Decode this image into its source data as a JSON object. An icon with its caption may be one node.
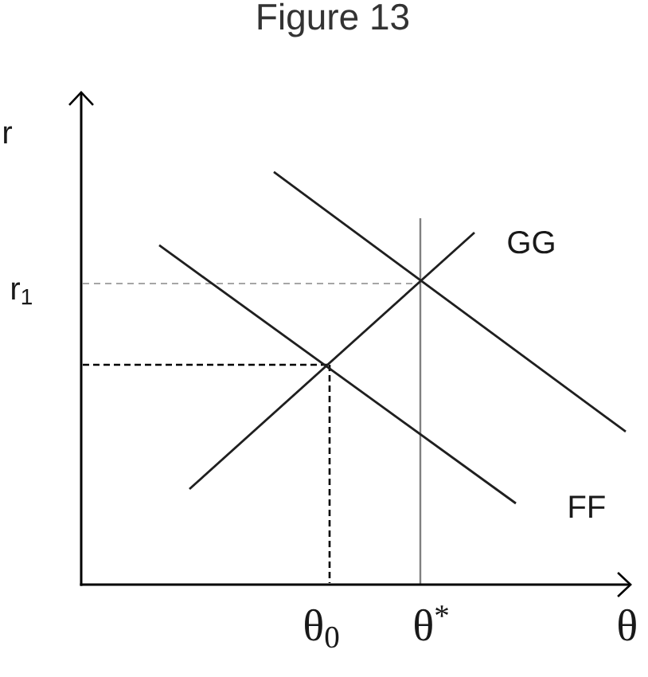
{
  "diagram": {
    "title": "Figure 13",
    "labels": [
      "r",
      "GG",
      "r$_{1}$",
      "FF",
      "θ$_{0}$",
      "θ$^{*}$",
      "θ"
    ]
  }
}
